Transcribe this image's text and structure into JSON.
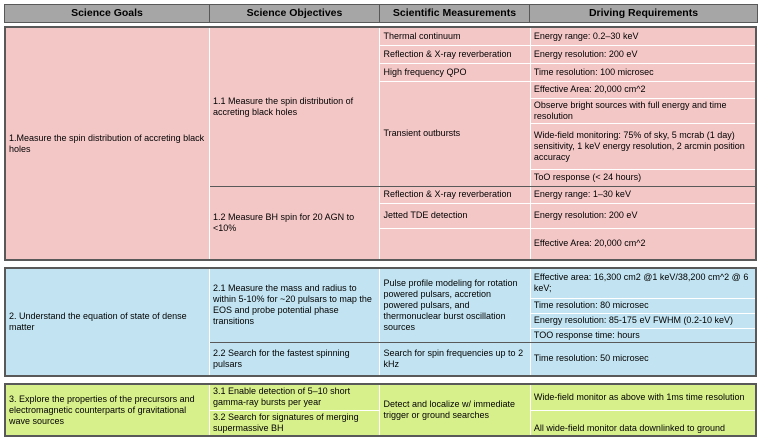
{
  "headers": [
    "Science Goals",
    "Science Objectives",
    "Scientific Measurements",
    "Driving Requirements"
  ],
  "sections": [
    {
      "goal": "1.Measure the spin distribution of accreting black holes",
      "objectives": [
        {
          "label": "1.1 Measure the spin distribution of accreting black holes",
          "measurements": [
            "Thermal continuum",
            "Reflection & X-ray reverberation",
            "High frequency QPO",
            "Transient outbursts"
          ],
          "requirements": [
            "Energy range: 0.2–30 keV",
            "Energy resolution: 200 eV",
            "Time resolution: 100 microsec",
            "Effective Area: 20,000 cm^2",
            "Observe bright sources with full energy and time resolution",
            "Wide-field monitoring: 75% of sky, 5 mcrab (1 day) sensitivity, 1 keV energy resolution, 2 arcmin position accuracy",
            "ToO response (< 24 hours)"
          ]
        },
        {
          "label": "1.2 Measure BH spin for 20 AGN to <10%",
          "measurements": [
            "Reflection & X-ray reverberation",
            "Jetted TDE detection",
            ""
          ],
          "requirements": [
            "Energy range: 1–30 keV",
            "Energy resolution: 200 eV",
            "Effective Area: 20,000 cm^2"
          ]
        }
      ]
    },
    {
      "goal": "2. Understand the equation of state of dense matter",
      "objectives": [
        {
          "label": "2.1 Measure the mass and radius to within 5-10% for ~20 pulsars to map the EOS and probe potential phase transitions",
          "measurements": [
            "Pulse profile modeling for rotation powered pulsars, accretion powered pulsars, and thermonuclear burst oscillation sources"
          ],
          "requirements": [
            "Effective area: 16,300 cm2 @1 keV/38,200 cm^2 @ 6 keV;",
            "Time resolution: 80 microsec",
            "Energy resolution: 85-175 eV FWHM (0.2-10 keV)",
            "TOO response time: hours"
          ]
        },
        {
          "label": "2.2 Search for the fastest spinning pulsars",
          "measurements": [
            "Search for spin frequencies up to 2 kHz"
          ],
          "requirements": [
            "Time resolution: 50 microsec"
          ]
        }
      ]
    },
    {
      "goal": "3. Explore the properties of the precursors and electromagnetic counterparts of gravitational wave sources",
      "objectives": [
        {
          "label": "3.1 Enable detection of 5–10 short gamma-ray bursts per year"
        },
        {
          "label": "3.2 Search for signatures of merging supermassive BH"
        }
      ],
      "measurement": "Detect and localize w/ immediate trigger or ground searches",
      "requirements": [
        "Wide-field monitor as above with 1ms time resolution",
        "All wide-field monitor data downlinked to ground"
      ]
    }
  ]
}
